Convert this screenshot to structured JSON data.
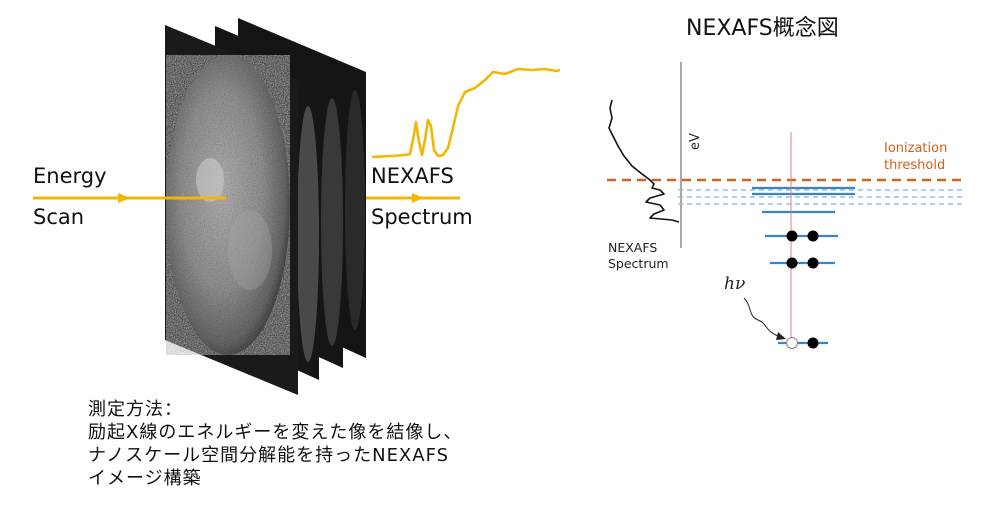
{
  "labels": {
    "energy": "Energy",
    "scan": "Scan",
    "nexafs": "NEXAFS",
    "spectrum": "Spectrum"
  },
  "concept": {
    "title": "NEXAFS概念図",
    "ionization_line1": "Ionization",
    "ionization_line2": "threshold",
    "axis_label": "eV",
    "spectrum_line1": "NEXAFS",
    "spectrum_line2": "Spectrum",
    "photon": "hν"
  },
  "method": {
    "line1": "測定方法：",
    "line2": "励起X線のエネルギーを変えた像を結像し、",
    "line3": "ナノスケール空間分解能を持ったNEXAFS",
    "line4": "イメージ構築"
  },
  "colors": {
    "beam": "#f2b705",
    "threshold": "#d2611c",
    "level": "#3b83c8",
    "photon_line": "#d98080"
  }
}
